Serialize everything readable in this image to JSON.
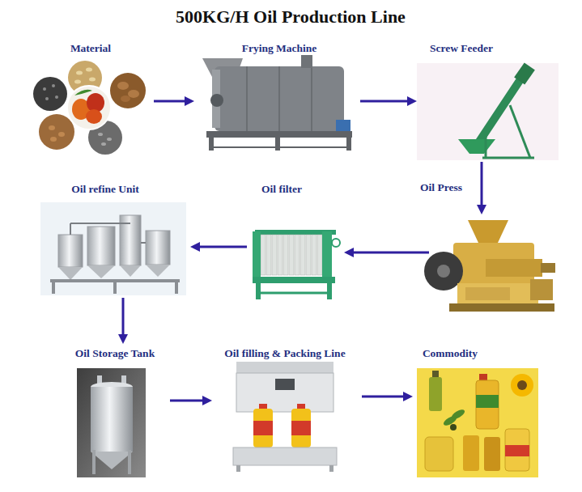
{
  "diagram": {
    "title": "500KG/H Oil Production Line",
    "nodes": [
      {
        "text": [
          "Material"
        ]
      },
      {
        "text": [
          "Frying Machine"
        ]
      },
      {
        "text": [
          "Screw Feeder"
        ]
      },
      {
        "text": [
          "Oil refine Unit"
        ]
      },
      {
        "text": [
          "Oil filter"
        ]
      },
      {
        "text": [
          "Oil Press"
        ]
      },
      {
        "text": [
          "Oil Storage Tank"
        ]
      },
      {
        "text": [
          "Oil filling & Packing Line"
        ]
      },
      {
        "text": [
          "Commodity"
        ]
      }
    ],
    "edges": [
      {
        "from": 0,
        "to": 1,
        "arrow": "to"
      },
      {
        "from": 1,
        "to": 2,
        "arrow": "to"
      },
      {
        "from": 2,
        "to": 5,
        "arrow": "to"
      },
      {
        "from": 5,
        "to": 4,
        "arrow": "to"
      },
      {
        "from": 4,
        "to": 3,
        "arrow": "to"
      },
      {
        "from": 3,
        "to": 6,
        "arrow": "to"
      },
      {
        "from": 6,
        "to": 7,
        "arrow": "to"
      },
      {
        "from": 7,
        "to": 8,
        "arrow": "to"
      }
    ]
  }
}
